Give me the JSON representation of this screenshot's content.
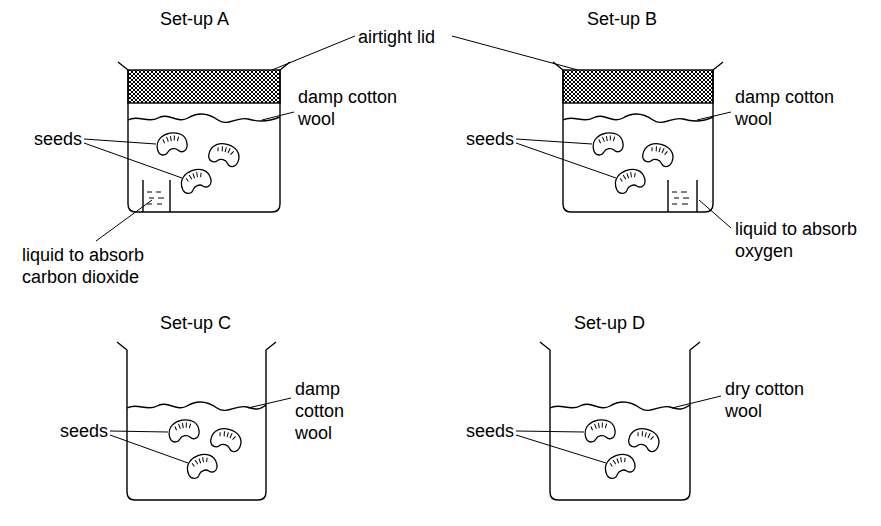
{
  "diagram": {
    "labels": [
      "Set-up A",
      "airtight lid",
      "Set-up B",
      "damp cotton wool",
      "seeds",
      "damp cotton wool",
      "seeds",
      "liquid to absorb oxygen",
      "liquid to absorb carbon dioxide",
      "Set-up C",
      "Set-up D",
      "damp cotton wool",
      "dry cotton wool",
      "seeds",
      "seeds"
    ]
  }
}
